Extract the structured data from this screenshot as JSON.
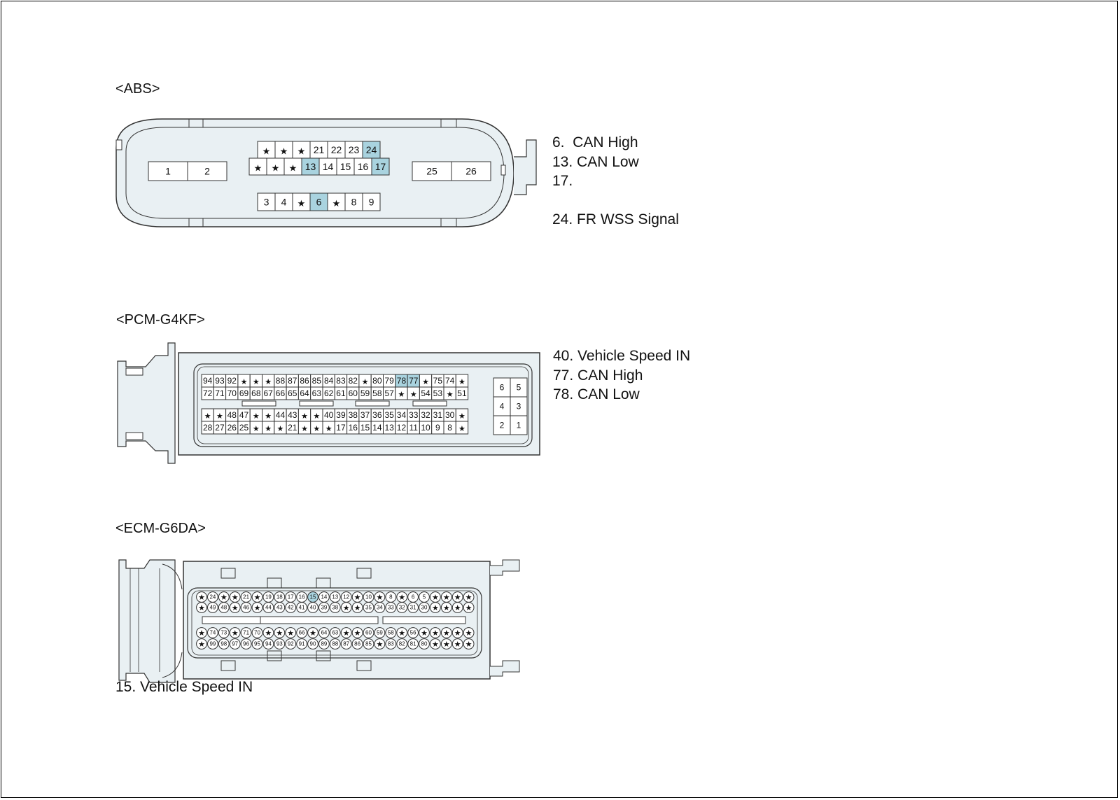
{
  "abs": {
    "title": "<ABS>",
    "pins": {
      "left": [
        "1",
        "2"
      ],
      "right": [
        "25",
        "26"
      ],
      "upper_row1": [
        "*",
        "*",
        "*",
        "21",
        "22",
        "23",
        "24"
      ],
      "upper_row2": [
        "*",
        "*",
        "*",
        "13",
        "14",
        "15",
        "16",
        "17"
      ],
      "lower_row": [
        "3",
        "4",
        "*",
        "6",
        "*",
        "8",
        "9"
      ]
    },
    "highlighted": [
      "24",
      "13",
      "17",
      "6"
    ],
    "legend": [
      "6.  CAN High",
      "13. CAN Low",
      "17.",
      "",
      "24. FR WSS Signal"
    ]
  },
  "pcm": {
    "title": "<PCM-G4KF>",
    "rows": [
      [
        "94",
        "93",
        "92",
        "*",
        "*",
        "*",
        "88",
        "87",
        "86",
        "85",
        "84",
        "83",
        "82",
        "*",
        "80",
        "79",
        "78",
        "77",
        "*",
        "75",
        "74",
        "*"
      ],
      [
        "72",
        "71",
        "70",
        "69",
        "68",
        "67",
        "66",
        "65",
        "64",
        "63",
        "62",
        "61",
        "60",
        "59",
        "58",
        "57",
        "*",
        "*",
        "54",
        "53",
        "*",
        "51"
      ],
      [
        "*",
        "*",
        "48",
        "47",
        "*",
        "*",
        "44",
        "43",
        "*",
        "*",
        "40",
        "39",
        "38",
        "37",
        "36",
        "35",
        "34",
        "33",
        "32",
        "31",
        "30",
        "*"
      ],
      [
        "28",
        "27",
        "26",
        "25",
        "*",
        "*",
        "*",
        "21",
        "*",
        "*",
        "*",
        "17",
        "16",
        "15",
        "14",
        "13",
        "12",
        "11",
        "10",
        "9",
        "8",
        "*"
      ]
    ],
    "side_pins": [
      [
        "6",
        "5"
      ],
      [
        "4",
        "3"
      ],
      [
        "2",
        "1"
      ]
    ],
    "highlighted": [
      "78",
      "77"
    ],
    "legend": [
      "40. Vehicle Speed IN",
      "77. CAN High",
      "78. CAN Low"
    ]
  },
  "ecm": {
    "title": "<ECM-G6DA>",
    "rows": [
      [
        "*",
        "24",
        "*",
        "*",
        "21",
        "*",
        "19",
        "18",
        "17",
        "16",
        "15",
        "14",
        "13",
        "12",
        "*",
        "10",
        "*",
        "8",
        "*",
        "6",
        "5",
        "*",
        "*",
        "*",
        "*"
      ],
      [
        "*",
        "49",
        "48",
        "*",
        "46",
        "*",
        "44",
        "43",
        "42",
        "41",
        "40",
        "39",
        "38",
        "*",
        "*",
        "35",
        "34",
        "33",
        "32",
        "31",
        "30",
        "*",
        "*",
        "*",
        "*"
      ],
      [
        "*",
        "74",
        "73",
        "*",
        "71",
        "70",
        "*",
        "*",
        "*",
        "66",
        "*",
        "64",
        "63",
        "*",
        "*",
        "60",
        "59",
        "58",
        "*",
        "56",
        "*",
        "*",
        "*",
        "*",
        "*"
      ],
      [
        "*",
        "99",
        "98",
        "97",
        "96",
        "95",
        "94",
        "93",
        "92",
        "91",
        "90",
        "89",
        "88",
        "87",
        "86",
        "85",
        "*",
        "83",
        "82",
        "81",
        "80",
        "*",
        "*",
        "*",
        "*"
      ]
    ],
    "highlighted": [
      "15"
    ],
    "caption": "15. Vehicle Speed IN"
  },
  "colors": {
    "highlight": "#a9d3df",
    "connector_fill": "#e9f0f3",
    "outline": "#333333"
  }
}
